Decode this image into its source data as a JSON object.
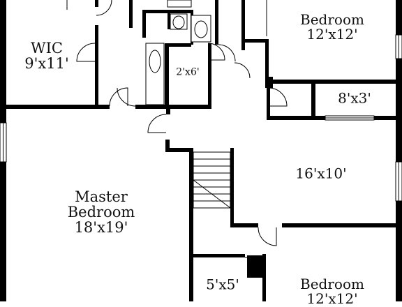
{
  "rooms": {
    "wic": {
      "name": "WIC",
      "size": "9'x11'"
    },
    "bath_closet": {
      "size": "2'x6'"
    },
    "bedroom_top": {
      "name": "Bedroom",
      "size": "12'x12'"
    },
    "closet_8x3": {
      "size": "8'x3'"
    },
    "loft": {
      "size": "16'x10'"
    },
    "master": {
      "name1": "Master",
      "name2": "Bedroom",
      "size": "18'x19'"
    },
    "closet_5x5": {
      "size": "5'x5'"
    },
    "bedroom_bottom": {
      "name": "Bedroom",
      "size": "12'x12'"
    }
  },
  "colors": {
    "wall": "#000000",
    "background": "#ffffff",
    "text": "#111111"
  }
}
